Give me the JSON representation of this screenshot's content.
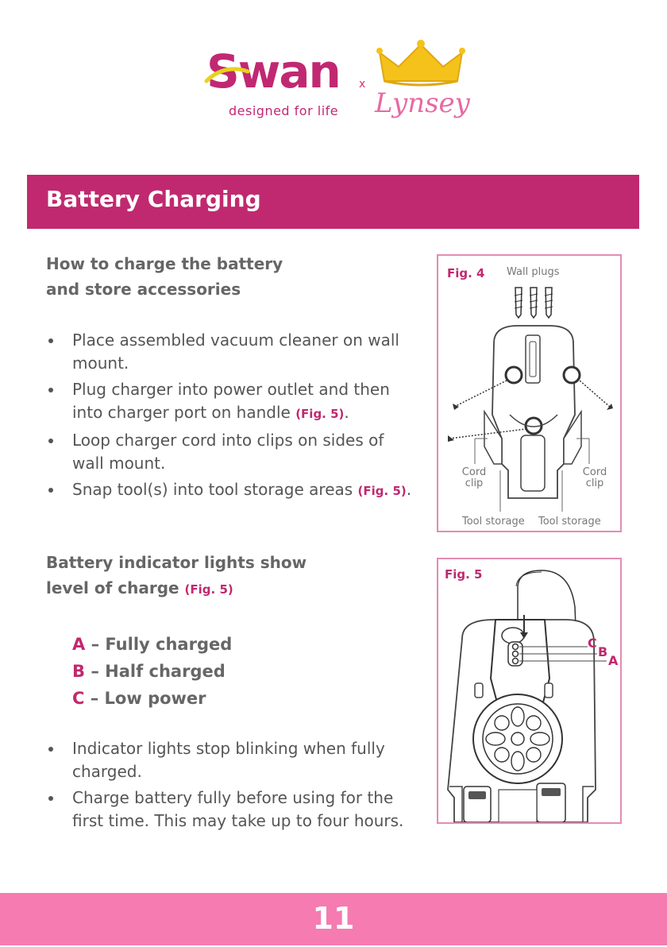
{
  "logo": {
    "brand": "wan",
    "brand_initial": "S",
    "tagline": "designed for life",
    "x": "x",
    "partner": "Lynsey"
  },
  "header": {
    "title": "Battery Charging"
  },
  "section1": {
    "heading_line1": "How to charge the battery",
    "heading_line2": "and store accessories",
    "bullets": [
      {
        "text": "Place assembled vacuum cleaner on wall mount.",
        "ref": ""
      },
      {
        "text": "Plug charger into power outlet and then into charger port on handle ",
        "ref": "(Fig. 5)",
        "after": "."
      },
      {
        "text": "Loop charger cord into clips on sides of wall mount.",
        "ref": ""
      },
      {
        "text": "Snap tool(s) into tool storage areas ",
        "ref": "(Fig. 5)",
        "after": "."
      }
    ]
  },
  "section2": {
    "heading_line1": "Battery indicator lights show",
    "heading_line2": "level of charge ",
    "heading_ref": "(Fig. 5)",
    "levels": [
      {
        "letter": "A",
        "text": " – Fully charged"
      },
      {
        "letter": "B",
        "text": " – Half charged"
      },
      {
        "letter": "C",
        "text": " – Low power"
      }
    ],
    "bullets": [
      {
        "text": "Indicator lights stop blinking when fully charged."
      },
      {
        "text": "Charge battery fully before using for the first time. This may take up to four hours."
      }
    ]
  },
  "fig4": {
    "label": "Fig. 4",
    "wall_plugs": "Wall plugs",
    "cord_clip_left": "Cord clip",
    "cord_clip_right": "Cord clip",
    "tool_storage_left": "Tool storage",
    "tool_storage_right": "Tool storage"
  },
  "fig5": {
    "label": "Fig. 5",
    "label_a": "A",
    "label_b": "B",
    "label_c": "C"
  },
  "footer": {
    "page_number": "11"
  },
  "colors": {
    "brand_magenta": "#c0296f",
    "footer_pink": "#f57bb0",
    "figure_border": "#e58bb3"
  }
}
